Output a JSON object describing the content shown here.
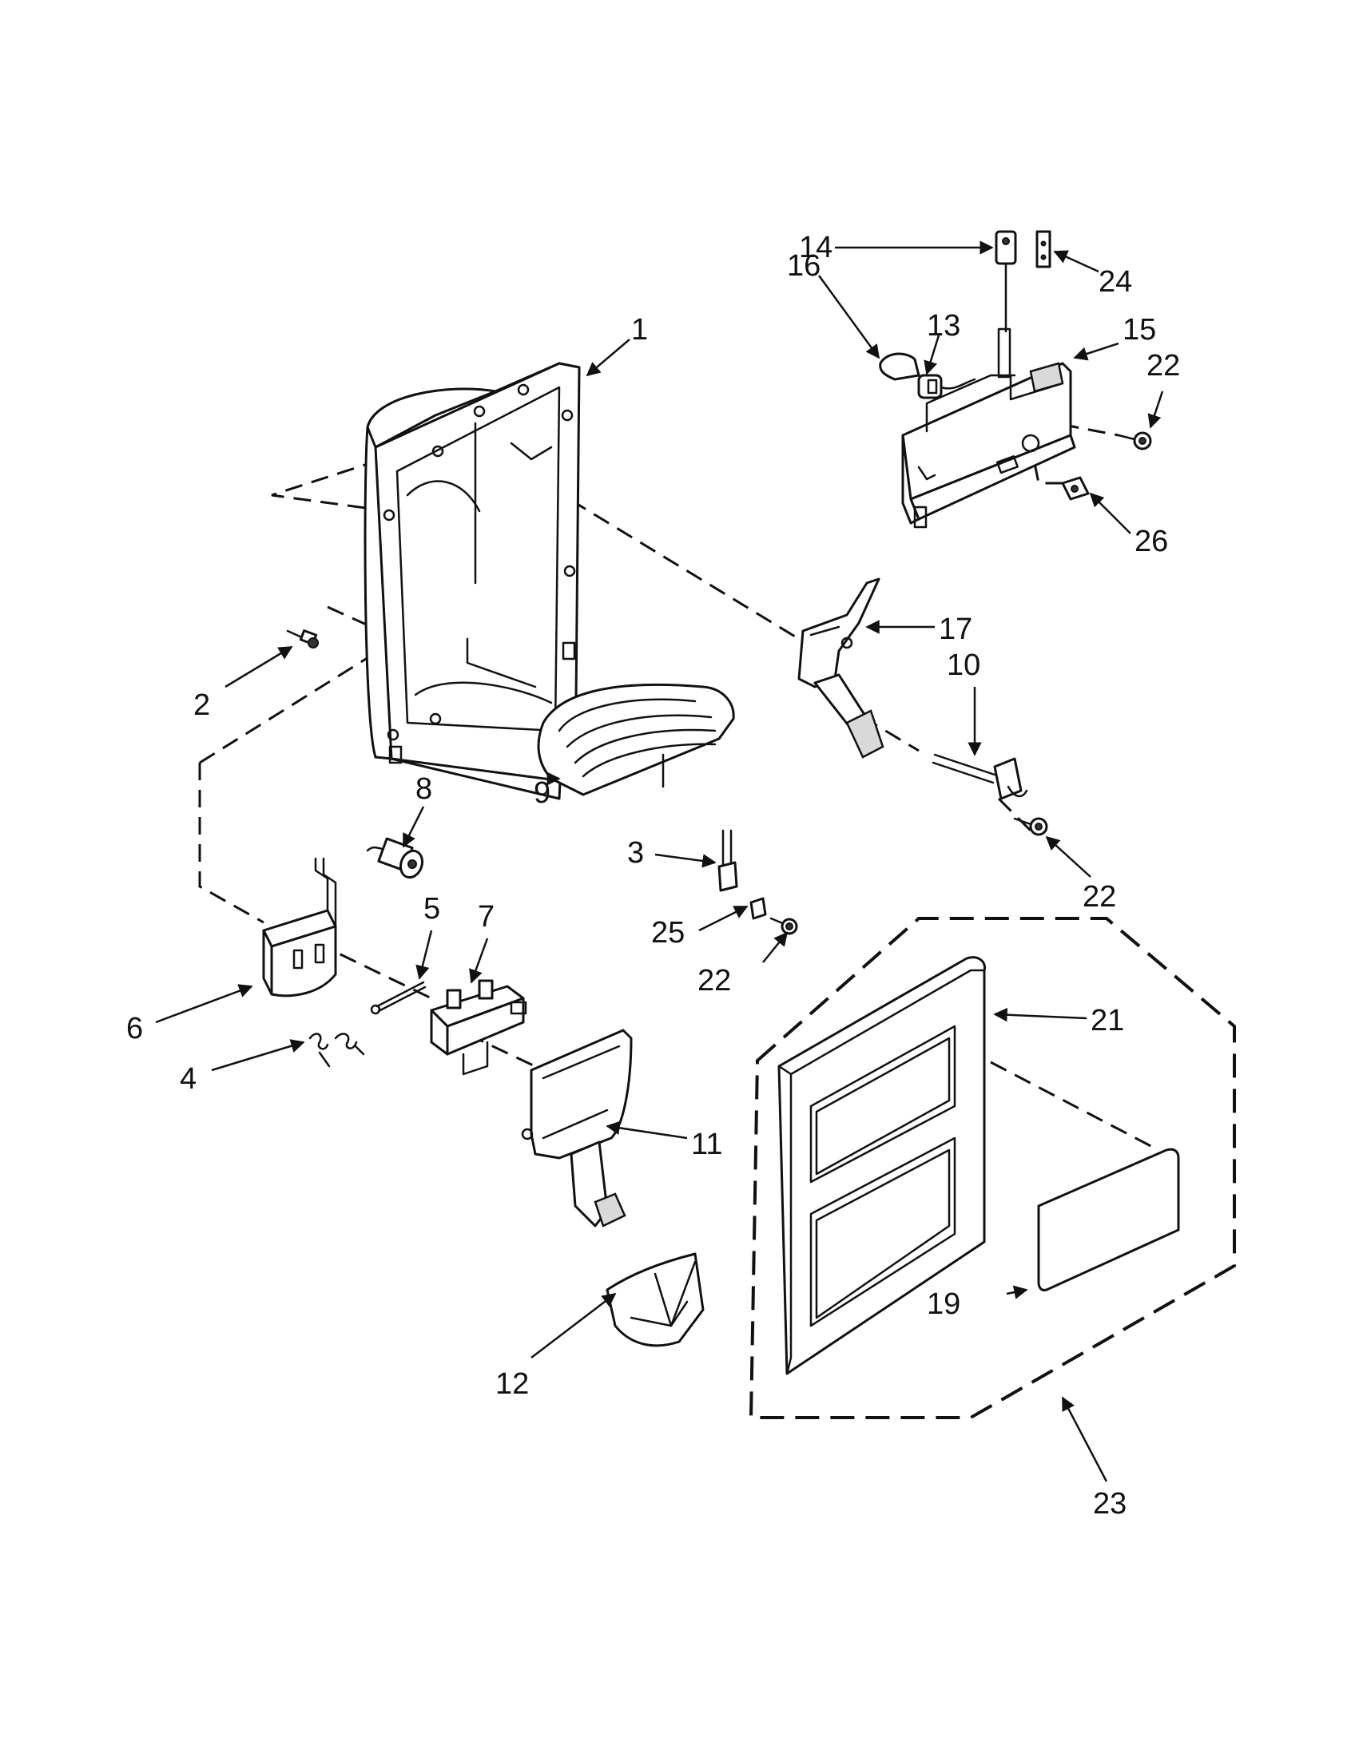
{
  "callouts": {
    "c1": "1",
    "c2": "2",
    "c3": "3",
    "c4": "4",
    "c5": "5",
    "c6": "6",
    "c7": "7",
    "c8": "8",
    "c9": "9",
    "c10": "10",
    "c11": "11",
    "c12": "12",
    "c13": "13",
    "c14": "14",
    "c15": "15",
    "c16": "16",
    "c17": "17",
    "c19": "19",
    "c21": "21",
    "c22a": "22",
    "c22b": "22",
    "c22c": "22",
    "c23": "23",
    "c24": "24",
    "c25": "25",
    "c26": "26"
  },
  "colors": {
    "line": "#111111",
    "paper": "#ffffff",
    "shade": "#d9d9d9"
  }
}
